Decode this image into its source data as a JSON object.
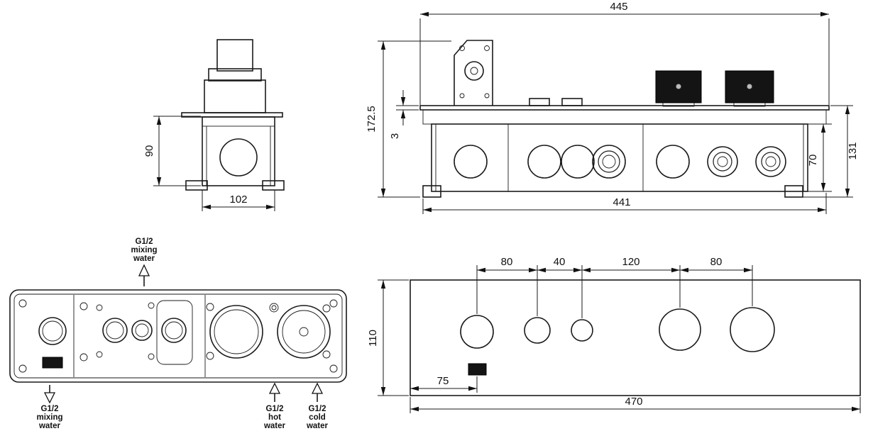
{
  "side_view": {
    "height_90": "90",
    "width_102": "102"
  },
  "front_view": {
    "width_445": "445",
    "height_172_5": "172.5",
    "plate_3": "3",
    "height_131": "131",
    "height_70": "70",
    "width_441": "441"
  },
  "plan_view": {
    "labels": {
      "mixing_top": [
        "G1/2",
        "mixing",
        "water"
      ],
      "mixing_bottom": [
        "G1/2",
        "mixing",
        "water"
      ],
      "hot_inlet": [
        "G1/2",
        "hot",
        "water"
      ],
      "cold_inlet": [
        "G1/2",
        "cold",
        "water"
      ]
    }
  },
  "port_view": {
    "spacings": [
      "80",
      "40",
      "120",
      "80"
    ],
    "height_110": "110",
    "offset_75": "75",
    "width_470": "470"
  }
}
